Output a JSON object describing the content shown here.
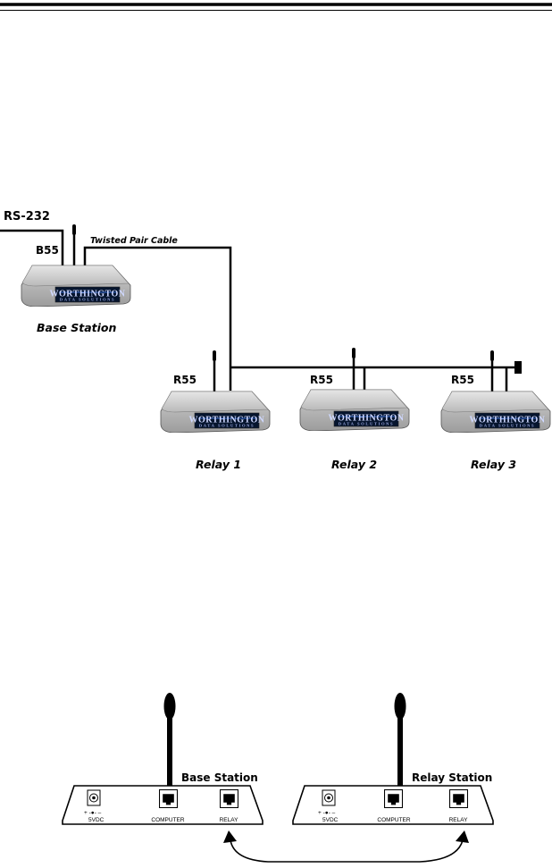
{
  "diagram1": {
    "rs232_label": "RS-232",
    "base_model": "B55",
    "cable_label": "Twisted Pair Cable",
    "base_caption": "Base Station",
    "relay_model": "R55",
    "relay1_caption": "Relay 1",
    "relay2_caption": "Relay 2",
    "relay3_caption": "Relay 3",
    "brand_name": "WORTHINGTON",
    "brand_sub": "DATA SOLUTIONS"
  },
  "diagram2": {
    "base_title": "Base Station",
    "relay_title": "Relay Station",
    "power_label": "5VDC",
    "computer_label": "COMPUTER",
    "relay_port_label": "RELAY",
    "polarity": "+ -●- –"
  }
}
